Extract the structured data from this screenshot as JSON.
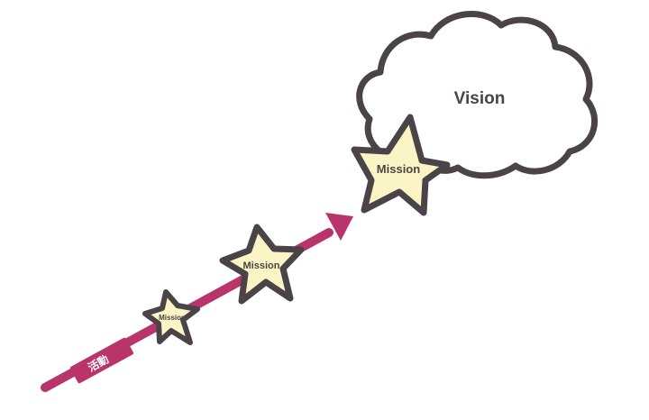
{
  "colors": {
    "arrow": "#b8346b",
    "outline": "#4a4347",
    "star_fill": "#fbf5c6",
    "cloud_fill": "#ffffff",
    "arrow_text": "#ffffff"
  },
  "diagram": {
    "vision_label": "Vision",
    "arrow_label": "活動",
    "missions": [
      {
        "label": "Mission"
      },
      {
        "label": "Mission"
      },
      {
        "label": "Mission"
      }
    ]
  }
}
